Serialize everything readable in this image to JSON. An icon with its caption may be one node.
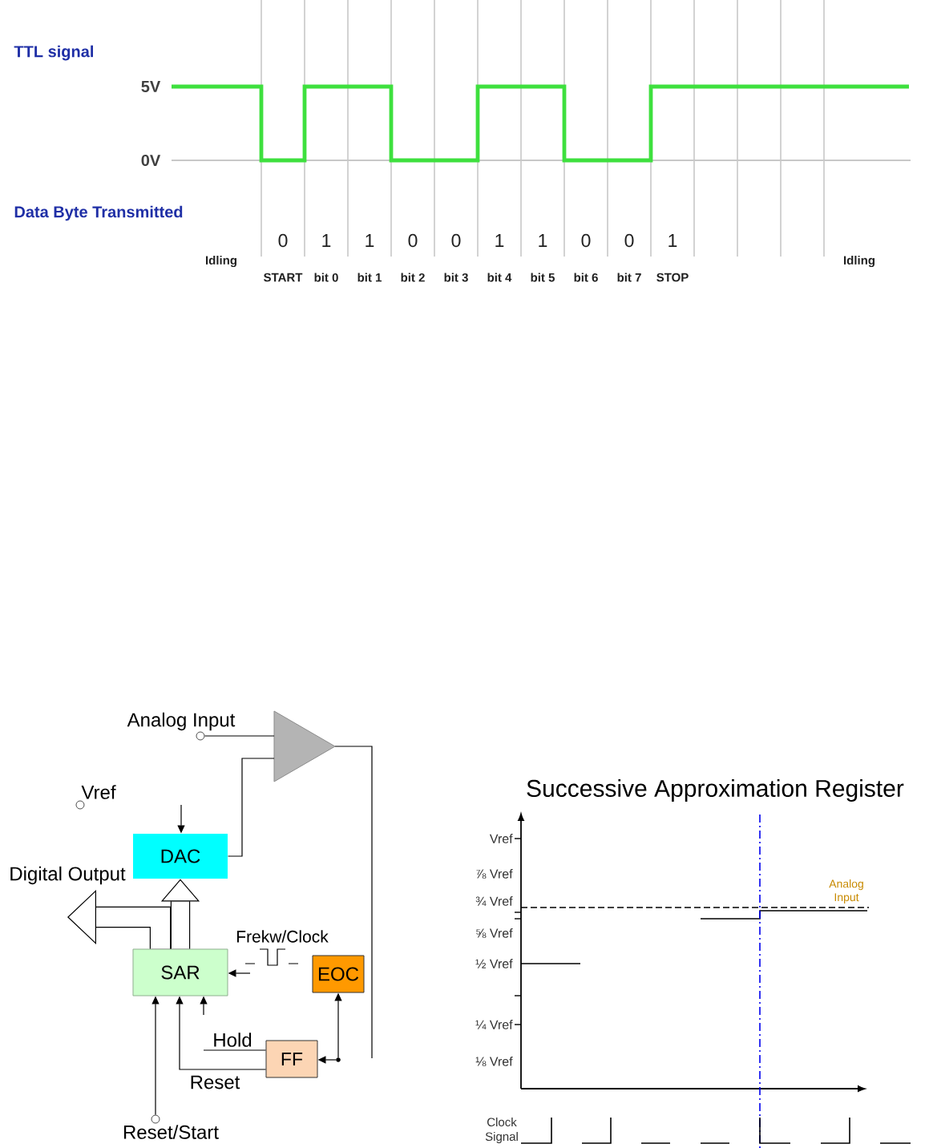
{
  "diagram": {
    "nodes": [
      {
        "text": [],
        "shape": "circle",
        "beside": [
          "Analog Input"
        ]
      },
      {
        "text": [],
        "shape": "triangle"
      },
      {
        "text": [],
        "shape": "circle",
        "beside": [
          "Vref"
        ]
      },
      {
        "text": [
          "DAC"
        ]
      },
      {
        "text": [
          "SAR"
        ]
      },
      {
        "text": [
          "EOC"
        ]
      },
      {
        "text": [
          "FF"
        ]
      },
      {
        "text": [],
        "shape": "dot"
      },
      {
        "text": [],
        "shape": "circle",
        "beside": [
          "Reset/Start"
        ]
      }
    ],
    "edges": [
      {
        "from": 0,
        "to": 1,
        "arrow": "none"
      },
      {
        "from": 3,
        "to": 1,
        "arrow": "none"
      },
      {
        "from": 1,
        "to": null,
        "arrow": "none"
      },
      {
        "from": null,
        "to": 3,
        "arrow": "to"
      },
      {
        "from": 4,
        "to": 3,
        "arrow": "to",
        "style": "thick"
      },
      {
        "from": 4,
        "to": null,
        "arrow": "to",
        "style": "thick",
        "label": "Digital Output"
      },
      {
        "from": null,
        "to": 4,
        "arrow": "to"
      },
      {
        "from": 8,
        "to": 4,
        "arrow": "to"
      },
      {
        "from": 6,
        "to": 4,
        "arrow": "to",
        "label": "Reset"
      },
      {
        "from": 6,
        "to": 4,
        "arrow": "to",
        "label": "Hold"
      },
      {
        "from": 7,
        "to": 5,
        "arrow": "to"
      },
      {
        "from": 7,
        "to": 6,
        "arrow": "to"
      }
    ],
    "labels": [
      "TTL signal",
      "5V",
      "0V",
      "Data Byte Transmitted",
      "0",
      "1",
      "1",
      "0",
      "0",
      "1",
      "1",
      "0",
      "0",
      "1",
      "Idling",
      "Idling",
      "START",
      "bit 0",
      "bit 1",
      "bit 2",
      "bit 3",
      "bit 4",
      "bit 5",
      "bit 6",
      "bit 7",
      "STOP",
      "Frekw/Clock",
      "Successive Approximation Register",
      "Vref",
      "⅞ Vref",
      "¾ Vref",
      "Analog Input",
      "⅝ Vref",
      "½ Vref",
      "¼ Vref",
      "⅛ Vref",
      "Clock Signal"
    ]
  }
}
